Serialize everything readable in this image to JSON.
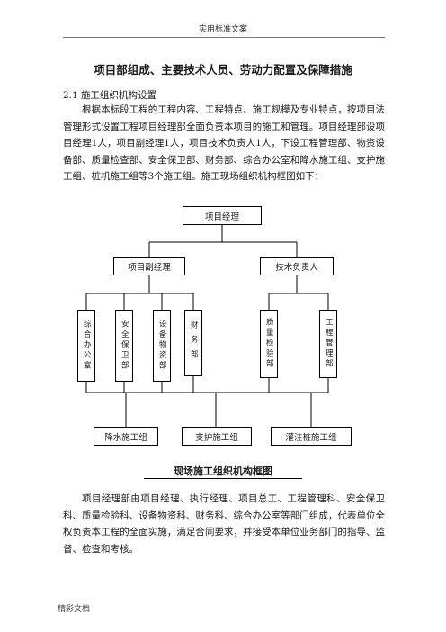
{
  "header": "实用标准文案",
  "title": "项目部组成、主要技术人员、劳动力配置及保障措施",
  "section": "2.1 施工组织机构设置",
  "paragraph1": "根据本标段工程的工程内容、工程特点、施工规模及专业特点，按项目法管理形式设置工程项目经理部全面负责本项目的施工和管理。项目经理部设项目经理1人，项目副经理1人，项目技术负责人1人，下设工程管理部、物资设备部、质量检查部、安全保卫部、财务部、综合办公室和降水施工组、支护施工组、桩机施工组等3个施工组。施工现场组织机构框图如下：",
  "org_chart": {
    "top": "项目经理",
    "level2": [
      "项目副经理",
      "技术负责人"
    ],
    "departments_left": [
      "综合办公室",
      "安全保卫部",
      "设备物资部",
      "财务部"
    ],
    "departments_right": [
      "质量检验部",
      "工程管理部"
    ],
    "teams": [
      "降水施工组",
      "支护施工组",
      "灌注桩施工组"
    ]
  },
  "caption": "现场施工组织机构框图",
  "paragraph2": "项目经理部由项目经理、执行经理、项目总工、工程管理科、安全保卫科、质量检验科、设备物资科、财务科、综合办公室等部门组成，代表单位全权负责本工程的全面实施，满足合同要求，并接受本单位业务部门的指导、监督、检查和考核。",
  "footer": "精彩文档"
}
